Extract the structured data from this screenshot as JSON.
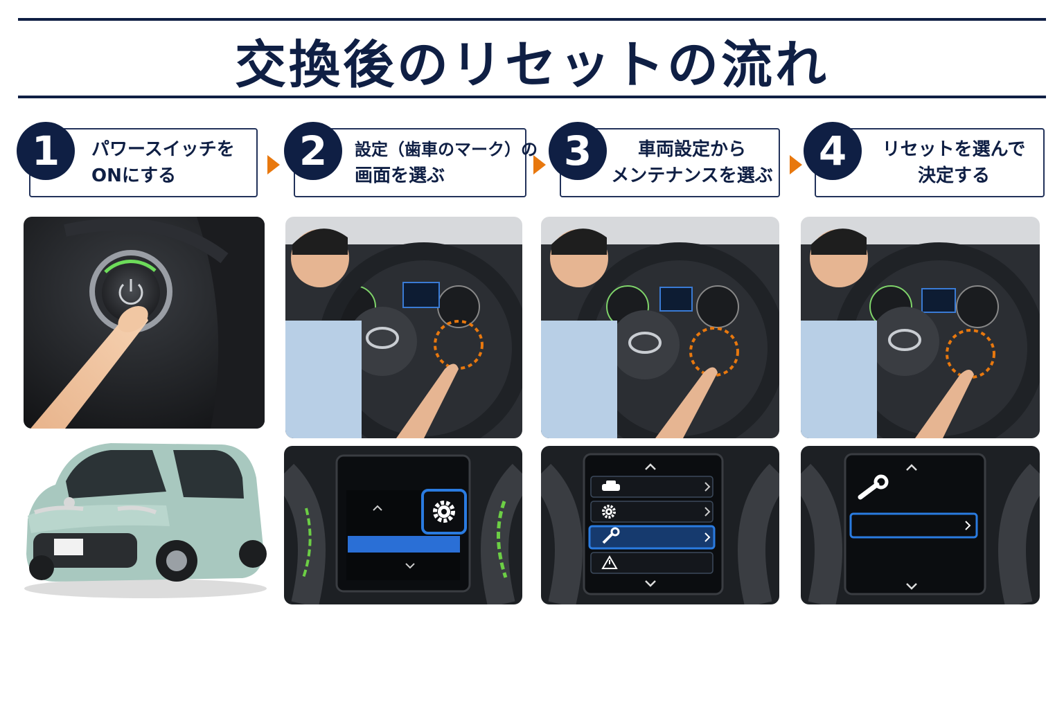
{
  "title": "交換後のリセットの流れ",
  "steps": [
    {
      "number": "1",
      "lines": [
        "パワースイッチを",
        "ONにする"
      ]
    },
    {
      "number": "2",
      "lines": [
        "設定（歯車のマーク）の",
        "画面を選ぶ"
      ]
    },
    {
      "number": "3",
      "lines": [
        "車両設定から",
        "メンテナンスを選ぶ"
      ]
    },
    {
      "number": "4",
      "lines": [
        "リセットを選んで",
        "決定する"
      ]
    }
  ],
  "colors": {
    "navy": "#0f1f44",
    "arrow_orange": "#e8780e",
    "highlight_blue": "#2a7be0",
    "power_green": "#5fd35a",
    "car_body": "#a8c8bf"
  },
  "icons": [
    "power-icon",
    "gear-icon",
    "car-icon",
    "wrench-icon",
    "warning-icon",
    "chevron-up-icon",
    "chevron-down-icon",
    "chevron-right-icon"
  ]
}
